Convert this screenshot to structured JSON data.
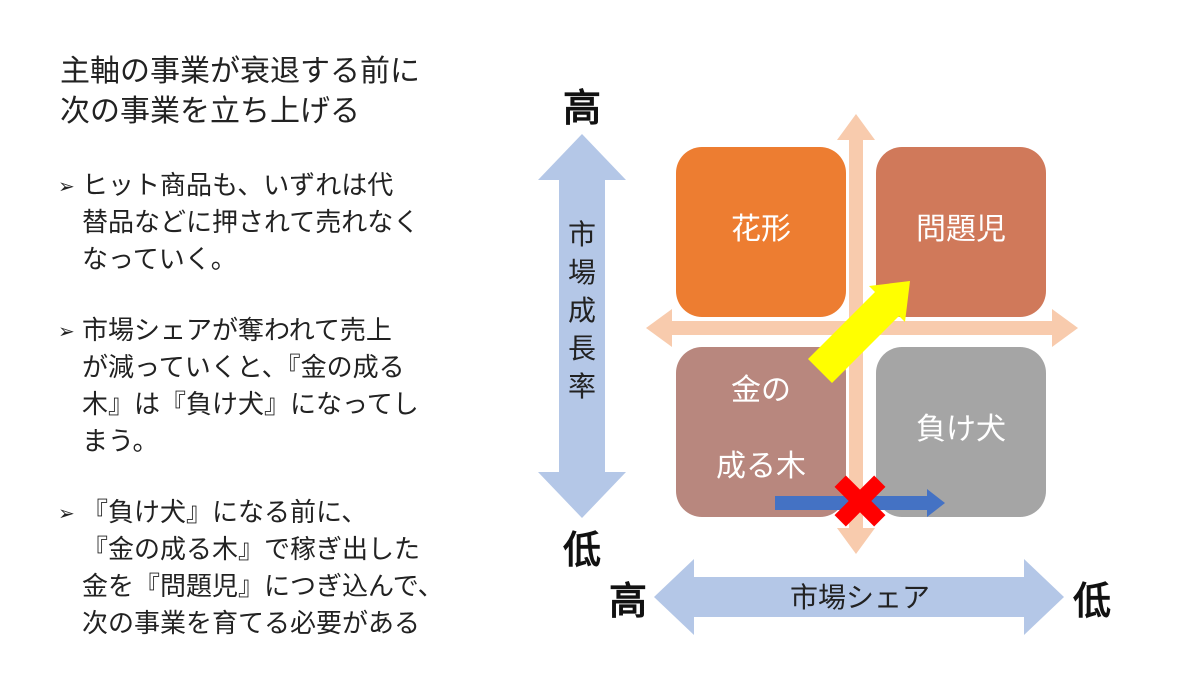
{
  "title": {
    "line1": "主軸の事業が衰退する前に",
    "line2": "次の事業を立ち上げる"
  },
  "bullets": [
    {
      "marker": "➢",
      "lines": [
        "ヒット商品も、いずれは代",
        "替品などに押されて売れなく",
        "なっていく。"
      ]
    },
    {
      "marker": "➢",
      "lines": [
        "市場シェアが奪われて売上",
        "が減っていくと、『金の成る",
        "木』は『負け犬』になってし",
        "まう。"
      ]
    },
    {
      "marker": "➢",
      "lines": [
        "『負け犬』になる前に、",
        "『金の成る木』で稼ぎ出した",
        "金を『問題児』につぎ込んで、",
        "次の事業を育てる必要がある"
      ]
    }
  ],
  "vertical_axis": {
    "label_chars": [
      "市",
      "場",
      "成",
      "長",
      "率"
    ],
    "high": "高",
    "low": "低"
  },
  "horizontal_axis": {
    "label": "市場シェア",
    "high": "高",
    "low": "低"
  },
  "quadrants": {
    "star": {
      "label": "花形",
      "color": "#ed7d31"
    },
    "question": {
      "label": "問題児",
      "color": "#d0795a"
    },
    "cash_cow": {
      "line1": "金の",
      "line2": "成る木",
      "color": "#b8877e"
    },
    "dog": {
      "label": "負け犬",
      "color": "#a5a5a5"
    }
  },
  "colors": {
    "axis_arrow": "#b4c7e7",
    "cross_axis": "#f8cbad",
    "yellow_arrow": "#ffff00",
    "blue_arrow": "#4472c4",
    "red_cross": "#ff0000"
  }
}
